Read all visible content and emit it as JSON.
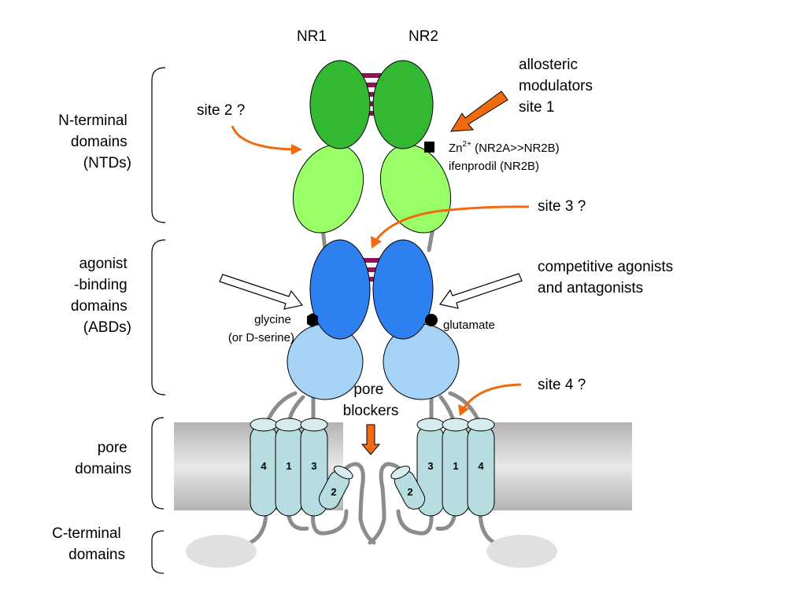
{
  "subunits": {
    "left": "NR1",
    "right": "NR2"
  },
  "regions": {
    "ntd": [
      "N-terminal",
      "domains",
      "(NTDs)"
    ],
    "abd": [
      "agonist",
      "-binding",
      "domains",
      "(ABDs)"
    ],
    "pore": [
      "pore",
      "domains"
    ],
    "ctd": [
      "C-terminal",
      "domains"
    ]
  },
  "annotations": {
    "site1": [
      "allosteric",
      "modulators",
      "site 1"
    ],
    "zn_prefix": "Zn",
    "zn_charge": "2+",
    "zn_suffix": " (NR2A>>NR2B)",
    "ifenprodil": "ifenprodil (NR2B)",
    "site2": "site 2 ?",
    "site3": "site 3 ?",
    "site4": "site 4 ?",
    "competitive": [
      "competitive agonists",
      "and antagonists"
    ],
    "glycine": [
      "glycine",
      "(or D-serine)"
    ],
    "glutamate": "glutamate",
    "pore_blockers": [
      "pore",
      "blockers"
    ]
  },
  "helices": {
    "left": [
      "4",
      "1",
      "3"
    ],
    "right": [
      "3",
      "1",
      "4"
    ],
    "p_loop": "2"
  },
  "colors": {
    "ntd_dark": "#33b833",
    "ntd_light": "#99ff66",
    "abd_dark": "#2e7ff0",
    "abd_light": "#a6d2f5",
    "helix": "#b8dde0",
    "linker": "#8c8c8c",
    "arrow": "#f06a10",
    "interface": "#8b1550",
    "c_term": "#e0e0e0"
  }
}
